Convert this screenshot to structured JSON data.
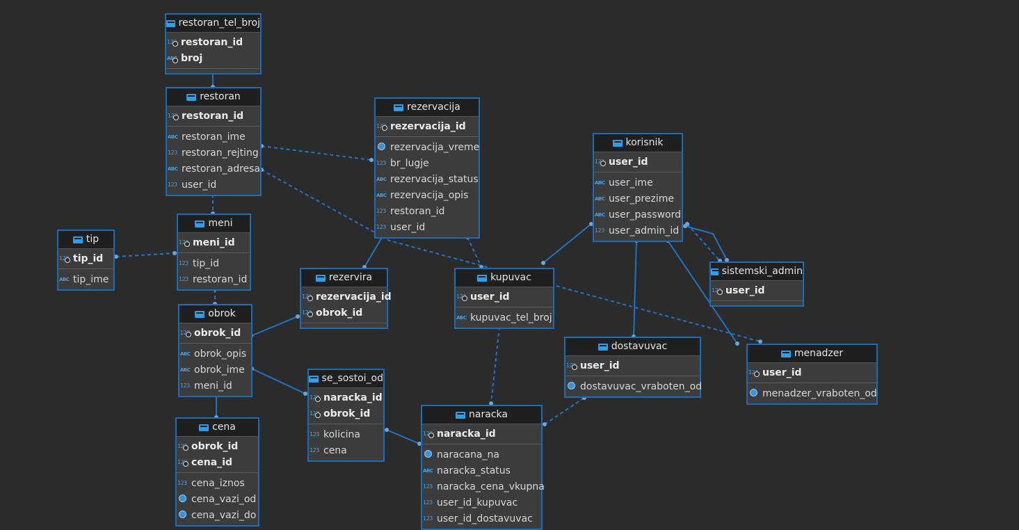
{
  "diagram": {
    "entities": [
      {
        "id": "restoran_tel_broj",
        "title": "restoran_tel_broj",
        "pk": [
          {
            "name": "restoran_id",
            "type": "123"
          },
          {
            "name": "broj",
            "type": "abc"
          }
        ],
        "cols": []
      },
      {
        "id": "restoran",
        "title": "restoran",
        "pk": [
          {
            "name": "restoran_id",
            "type": "123"
          }
        ],
        "cols": [
          {
            "name": "restoran_ime",
            "type": "abc"
          },
          {
            "name": "restoran_rejting",
            "type": "123"
          },
          {
            "name": "restoran_adresa",
            "type": "abc"
          },
          {
            "name": "user_id",
            "type": "123"
          }
        ]
      },
      {
        "id": "rezervacija",
        "title": "rezervacija",
        "pk": [
          {
            "name": "rezervacija_id",
            "type": "123"
          }
        ],
        "cols": [
          {
            "name": "rezervacija_vreme",
            "type": "date"
          },
          {
            "name": "br_lugje",
            "type": "123"
          },
          {
            "name": "rezervacija_status",
            "type": "abc"
          },
          {
            "name": "rezervacija_opis",
            "type": "abc"
          },
          {
            "name": "restoran_id",
            "type": "123"
          },
          {
            "name": "user_id",
            "type": "123"
          }
        ]
      },
      {
        "id": "korisnik",
        "title": "korisnik",
        "pk": [
          {
            "name": "user_id",
            "type": "123"
          }
        ],
        "cols": [
          {
            "name": "user_ime",
            "type": "abc"
          },
          {
            "name": "user_prezime",
            "type": "abc"
          },
          {
            "name": "user_password",
            "type": "abc"
          },
          {
            "name": "user_admin_id",
            "type": "123"
          }
        ]
      },
      {
        "id": "tip",
        "title": "tip",
        "pk": [
          {
            "name": "tip_id",
            "type": "123"
          }
        ],
        "cols": [
          {
            "name": "tip_ime",
            "type": "abc"
          }
        ]
      },
      {
        "id": "meni",
        "title": "meni",
        "pk": [
          {
            "name": "meni_id",
            "type": "123"
          }
        ],
        "cols": [
          {
            "name": "tip_id",
            "type": "123"
          },
          {
            "name": "restoran_id",
            "type": "123"
          }
        ]
      },
      {
        "id": "rezervira",
        "title": "rezervira",
        "pk": [
          {
            "name": "rezervacija_id",
            "type": "123"
          },
          {
            "name": "obrok_id",
            "type": "123"
          }
        ],
        "cols": []
      },
      {
        "id": "kupuvac",
        "title": "kupuvac",
        "pk": [
          {
            "name": "user_id",
            "type": "123"
          }
        ],
        "cols": [
          {
            "name": "kupuvac_tel_broj",
            "type": "abc"
          }
        ]
      },
      {
        "id": "sistemski_admin",
        "title": "sistemski_admin",
        "pk": [
          {
            "name": "user_id",
            "type": "123"
          }
        ],
        "cols": []
      },
      {
        "id": "obrok",
        "title": "obrok",
        "pk": [
          {
            "name": "obrok_id",
            "type": "123"
          }
        ],
        "cols": [
          {
            "name": "obrok_opis",
            "type": "abc"
          },
          {
            "name": "obrok_ime",
            "type": "abc"
          },
          {
            "name": "meni_id",
            "type": "123"
          }
        ]
      },
      {
        "id": "dostavuvac",
        "title": "dostavuvac",
        "pk": [
          {
            "name": "user_id",
            "type": "123"
          }
        ],
        "cols": [
          {
            "name": "dostavuvac_vraboten_od",
            "type": "date"
          }
        ]
      },
      {
        "id": "menadzer",
        "title": "menadzer",
        "pk": [
          {
            "name": "user_id",
            "type": "123"
          }
        ],
        "cols": [
          {
            "name": "menadzer_vraboten_od",
            "type": "date"
          }
        ]
      },
      {
        "id": "se_sostoi_od",
        "title": "se_sostoi_od",
        "pk": [
          {
            "name": "naracka_id",
            "type": "123"
          },
          {
            "name": "obrok_id",
            "type": "123"
          }
        ],
        "cols": [
          {
            "name": "kolicina",
            "type": "123"
          },
          {
            "name": "cena",
            "type": "123"
          }
        ]
      },
      {
        "id": "naracka",
        "title": "naracka",
        "pk": [
          {
            "name": "naracka_id",
            "type": "123"
          }
        ],
        "cols": [
          {
            "name": "naracana_na",
            "type": "date"
          },
          {
            "name": "naracka_status",
            "type": "abc"
          },
          {
            "name": "naracka_cena_vkupna",
            "type": "123"
          },
          {
            "name": "user_id_kupuvac",
            "type": "123"
          },
          {
            "name": "user_id_dostavuvac",
            "type": "123"
          }
        ]
      },
      {
        "id": "cena",
        "title": "cena",
        "pk": [
          {
            "name": "obrok_id",
            "type": "123"
          },
          {
            "name": "cena_id",
            "type": "123"
          }
        ],
        "cols": [
          {
            "name": "cena_iznos",
            "type": "123"
          },
          {
            "name": "cena_vazi_od",
            "type": "date"
          },
          {
            "name": "cena_vazi_do",
            "type": "date"
          }
        ]
      }
    ],
    "relations": [
      {
        "from": "restoran",
        "to": "restoran_tel_broj",
        "identifying": true
      },
      {
        "from": "meni",
        "to": "restoran",
        "identifying": false
      },
      {
        "from": "rezervacija",
        "to": "restoran",
        "identifying": false
      },
      {
        "from": "menadzer",
        "to": "restoran",
        "identifying": false
      },
      {
        "from": "meni",
        "to": "tip",
        "identifying": false
      },
      {
        "from": "obrok",
        "to": "meni",
        "identifying": false
      },
      {
        "from": "rezervira",
        "to": "rezervacija",
        "identifying": true
      },
      {
        "from": "rezervira",
        "to": "obrok",
        "identifying": true
      },
      {
        "from": "rezervacija",
        "to": "kupuvac",
        "identifying": false
      },
      {
        "from": "kupuvac",
        "to": "korisnik",
        "identifying": true
      },
      {
        "from": "dostavuvac",
        "to": "korisnik",
        "identifying": true
      },
      {
        "from": "menadzer",
        "to": "korisnik",
        "identifying": true
      },
      {
        "from": "sistemski_admin",
        "to": "korisnik",
        "identifying": true
      },
      {
        "from": "korisnik",
        "to": "sistemski_admin",
        "identifying": false
      },
      {
        "from": "se_sostoi_od",
        "to": "obrok",
        "identifying": true
      },
      {
        "from": "se_sostoi_od",
        "to": "naracka",
        "identifying": true
      },
      {
        "from": "naracka",
        "to": "kupuvac",
        "identifying": false
      },
      {
        "from": "naracka",
        "to": "dostavuvac",
        "identifying": false
      },
      {
        "from": "cena",
        "to": "obrok",
        "identifying": true
      }
    ],
    "colors": {
      "background": "#2b2b2b",
      "border": "#1e6cb6",
      "link": "#1f74c6",
      "icon": "#4a9fdf"
    }
  }
}
